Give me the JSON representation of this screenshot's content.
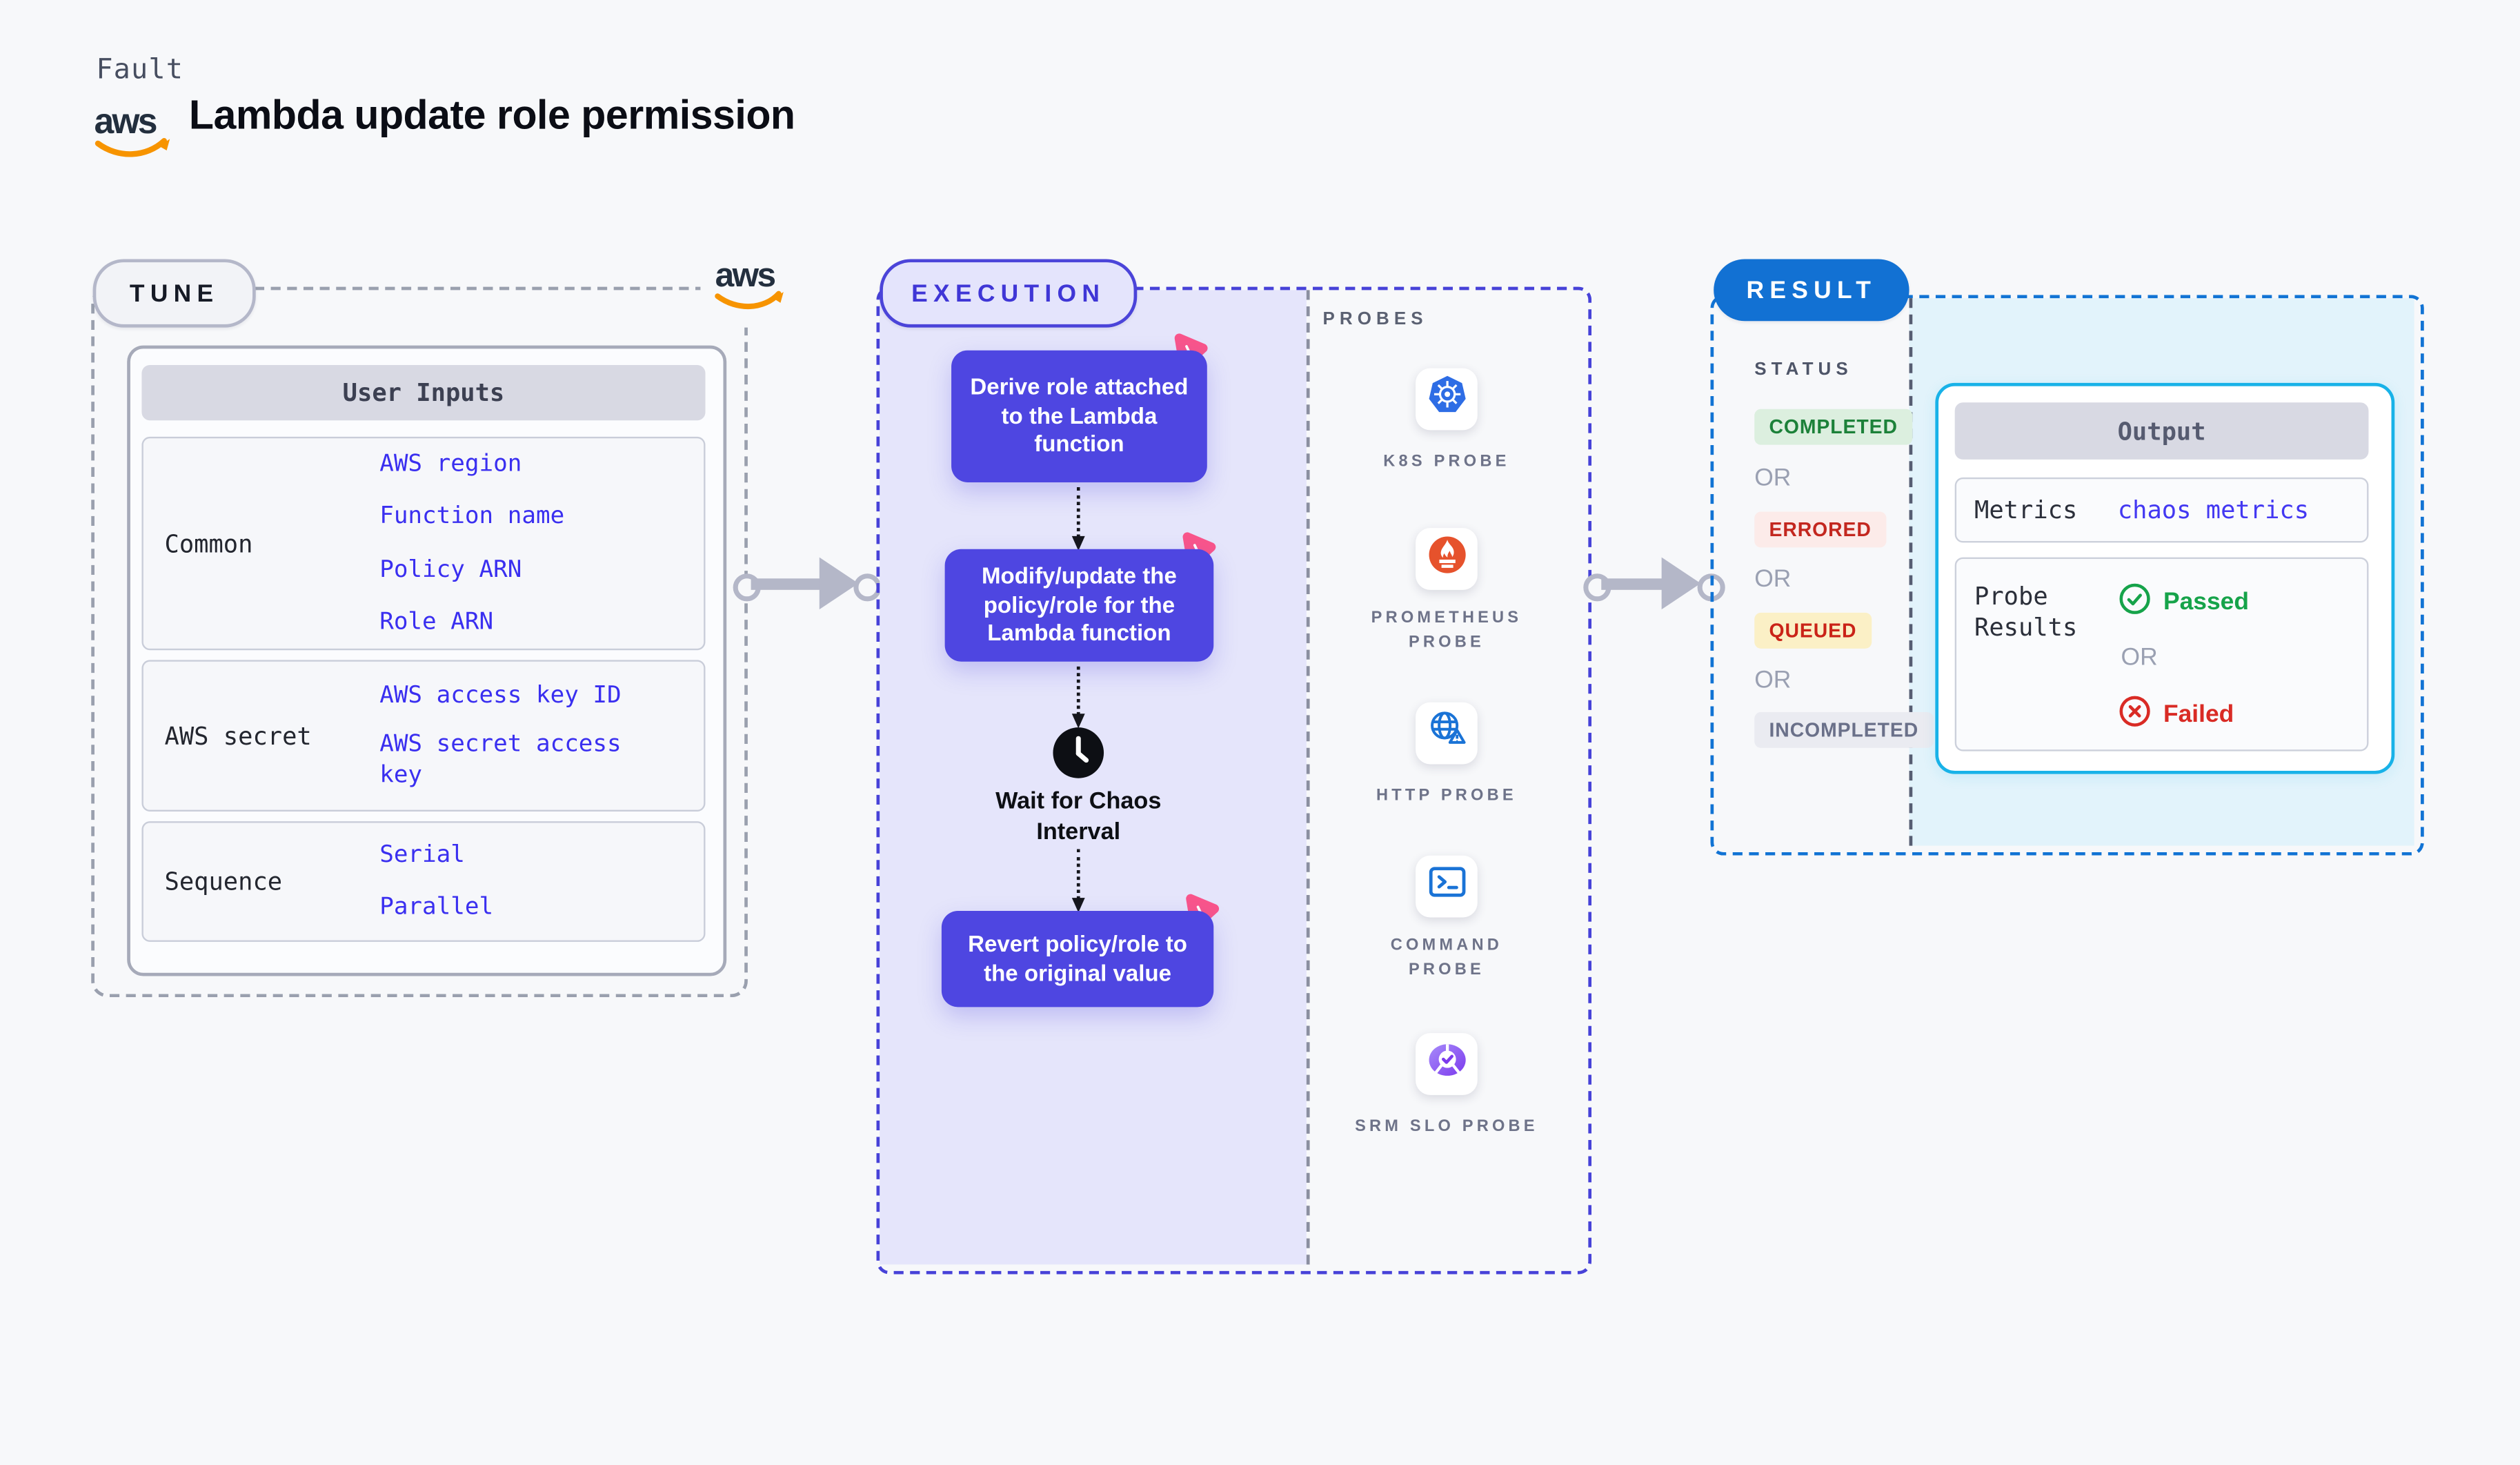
{
  "header": {
    "eyebrow": "Fault",
    "title": "Lambda update role permission"
  },
  "tune": {
    "label": "TUNE",
    "card_title": "User Inputs",
    "rows": [
      {
        "label": "Common",
        "values": [
          "AWS region",
          "Function name",
          "Policy ARN",
          "Role ARN"
        ]
      },
      {
        "label": "AWS secret",
        "values": [
          "AWS access key ID",
          "AWS secret access key"
        ]
      },
      {
        "label": "Sequence",
        "values": [
          "Serial",
          "Parallel"
        ]
      }
    ]
  },
  "execution": {
    "label": "EXECUTION",
    "steps": [
      "Derive role attached to the Lambda function",
      "Modify/update the policy/role for the Lambda function",
      "Revert policy/role to the original value"
    ],
    "wait_label": "Wait for Chaos Interval",
    "probes": {
      "title": "PROBES",
      "items": [
        {
          "name": "K8S PROBE",
          "icon": "kubernetes-icon"
        },
        {
          "name": "PROMETHEUS PROBE",
          "icon": "prometheus-icon"
        },
        {
          "name": "HTTP PROBE",
          "icon": "http-globe-icon"
        },
        {
          "name": "COMMAND PROBE",
          "icon": "terminal-icon"
        },
        {
          "name": "SRM SLO PROBE",
          "icon": "srm-slo-gauge-icon"
        }
      ]
    }
  },
  "result": {
    "label": "RESULT",
    "status_title": "STATUS",
    "or_label": "OR",
    "statuses": [
      {
        "text": "COMPLETED",
        "color": "#1c8139",
        "bg": "#dcefdf"
      },
      {
        "text": "ERRORED",
        "color": "#c3271f",
        "bg": "#fcebe9"
      },
      {
        "text": "QUEUED",
        "color": "#ca2318",
        "bg": "#fbf0c6"
      },
      {
        "text": "INCOMPLETED",
        "color": "#6a7089",
        "bg": "#eaebf1"
      }
    ],
    "output": {
      "title": "Output",
      "metrics_label": "Metrics",
      "metrics_value": "chaos metrics",
      "probe_results_label": "Probe Results",
      "passed_label": "Passed",
      "failed_label": "Failed"
    }
  },
  "colors": {
    "page_bg": "#f7f8fa",
    "execution_accent": "#4742d8",
    "execution_panel": "#e5e5fb",
    "flow_box": "#4e46e1",
    "result_accent": "#1173d4",
    "result_panel": "#e2f3fb",
    "output_border": "#18b2e8",
    "link_blue": "#3a2ff0",
    "passed_green": "#16a34a",
    "failed_red": "#d92b25",
    "chaos_pink": "#f9558b",
    "aws_orange": "#f79400"
  }
}
